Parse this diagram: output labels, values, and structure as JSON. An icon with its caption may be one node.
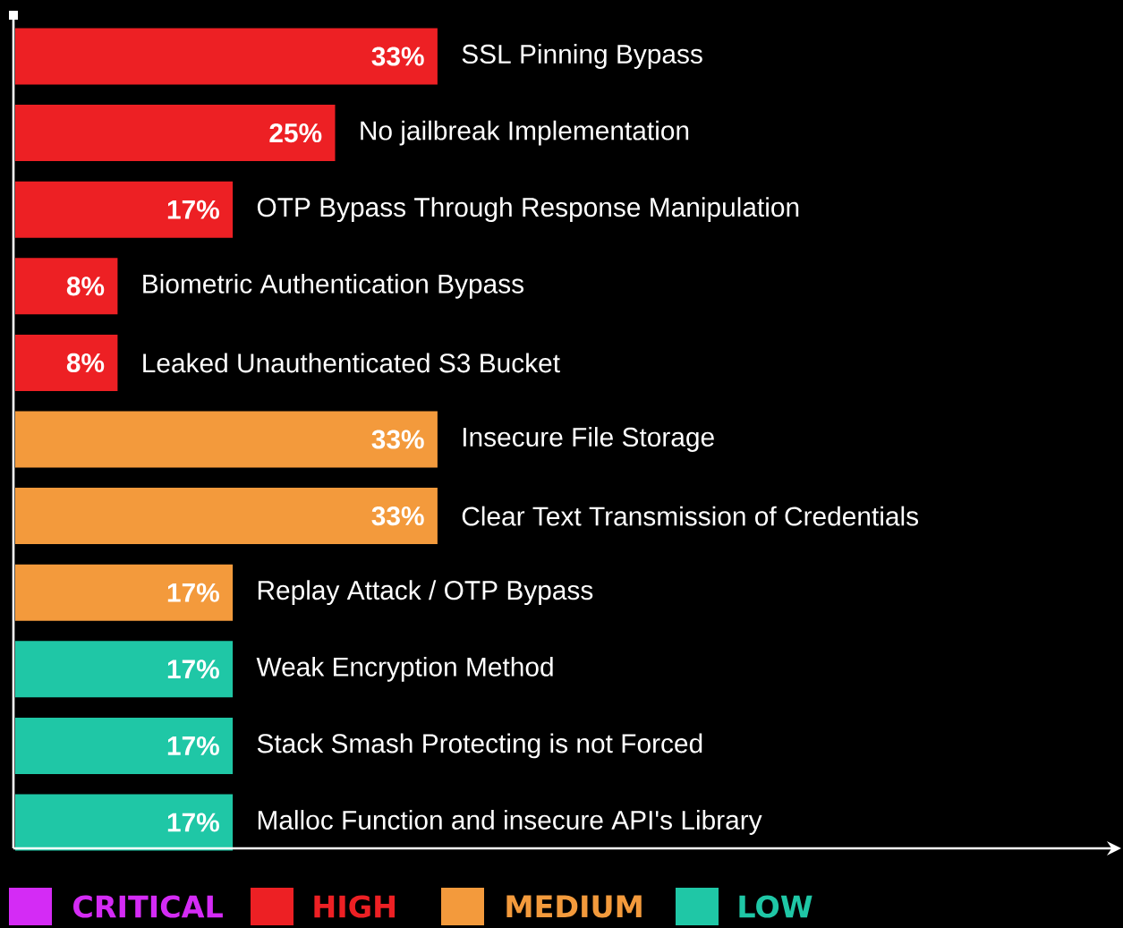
{
  "diagram": {
    "chart_data": {
      "type": "bar",
      "orientation": "horizontal",
      "categories": [
        null,
        null,
        null,
        null,
        null,
        null,
        null,
        null,
        null,
        null,
        null
      ],
      "series": [
        {
          "colors": [
            "#ed2024",
            "#ed2024",
            "#ed2024",
            "#ed2024",
            "#ed2024",
            "#f39a3c",
            "#f39a3c",
            "#f39a3c",
            "#1fc7a6",
            "#1fc7a6",
            "#1fc7a6"
          ],
          "values": [
            33,
            25,
            17,
            8,
            8,
            33,
            33,
            17,
            17,
            17,
            17
          ],
          "value_labels": [
            "33%",
            "25%",
            "17%",
            "8%",
            "8%",
            "33%",
            "33%",
            "17%",
            "17%",
            "17%",
            "17%"
          ]
        }
      ]
    },
    "labels": [
      "SSL Pinning Bypass",
      "No jailbreak Implementation",
      "OTP Bypass Through Response Manipulation",
      "Biometric Authentication Bypass",
      "Leaked Unauthenticated S3 Bucket",
      "Insecure File Storage",
      "Clear Text Transmission of Credentials",
      "Replay Attack / OTP Bypass",
      "Weak Encryption Method",
      "Stack Smash Protecting is not Forced",
      "Malloc Function and insecure API's Library"
    ],
    "legend": [
      {
        "text": "CRITICAL",
        "color": "#d42bf5"
      },
      {
        "text": "HIGH",
        "color": "#ed2024"
      },
      {
        "text": "MEDIUM",
        "color": "#f39a3c"
      },
      {
        "text": "LOW",
        "color": "#1fc7a6"
      }
    ]
  }
}
